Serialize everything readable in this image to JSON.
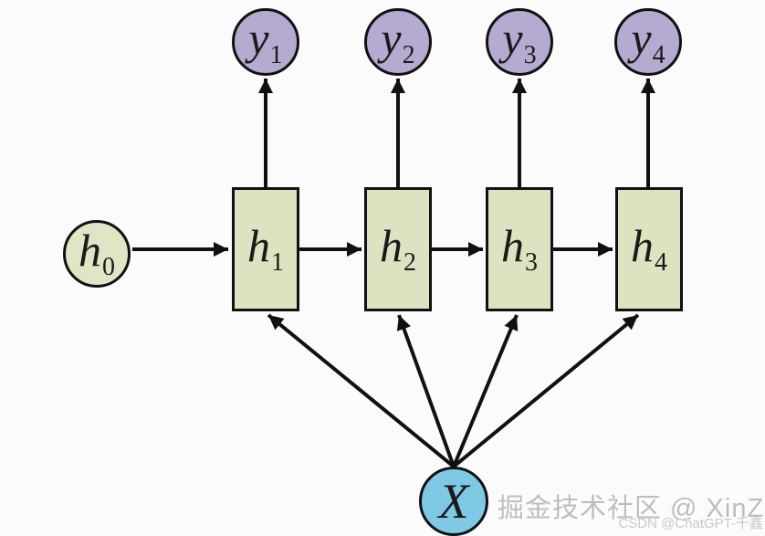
{
  "diagram": {
    "type": "rnn-unrolled-diagram",
    "nodes": {
      "h0": {
        "base": "h",
        "sub": "0"
      },
      "h1": {
        "base": "h",
        "sub": "1"
      },
      "h2": {
        "base": "h",
        "sub": "2"
      },
      "h3": {
        "base": "h",
        "sub": "3"
      },
      "h4": {
        "base": "h",
        "sub": "4"
      },
      "y1": {
        "base": "y",
        "sub": "1"
      },
      "y2": {
        "base": "y",
        "sub": "2"
      },
      "y3": {
        "base": "y",
        "sub": "3"
      },
      "y4": {
        "base": "y",
        "sub": "4"
      },
      "x": {
        "base": "X"
      }
    },
    "edges": [
      {
        "from": "h0",
        "to": "h1"
      },
      {
        "from": "h1",
        "to": "h2"
      },
      {
        "from": "h2",
        "to": "h3"
      },
      {
        "from": "h3",
        "to": "h4"
      },
      {
        "from": "h1",
        "to": "y1"
      },
      {
        "from": "h2",
        "to": "y2"
      },
      {
        "from": "h3",
        "to": "y3"
      },
      {
        "from": "h4",
        "to": "y4"
      },
      {
        "from": "x",
        "to": "h1"
      },
      {
        "from": "x",
        "to": "h2"
      },
      {
        "from": "x",
        "to": "h3"
      },
      {
        "from": "x",
        "to": "h4"
      }
    ],
    "colors": {
      "state_fill": "#dbe3c1",
      "output_fill": "#b6aad0",
      "input_fill": "#7ec9e4",
      "stroke": "#111111"
    }
  },
  "watermark": {
    "primary": "掘金技术社区 @ XinZong",
    "secondary": "CSDN @ChatGPT-千鑫"
  }
}
